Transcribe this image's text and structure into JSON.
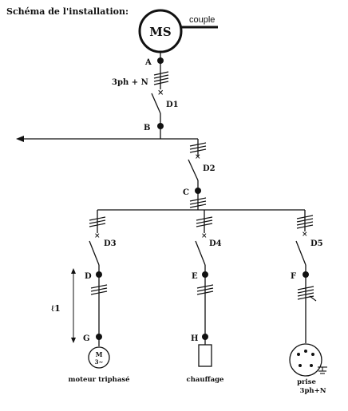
{
  "title": "Schéma de l'installation:",
  "motor_source": {
    "label": "MS",
    "shaft_label": "couple"
  },
  "supply": {
    "label": "3ph + N"
  },
  "nodes": {
    "A": "A",
    "B": "B",
    "C": "C",
    "D": "D",
    "E": "E",
    "F": "F",
    "G": "G",
    "H": "H"
  },
  "breakers": {
    "D1": "D1",
    "D2": "D2",
    "D3": "D3",
    "D4": "D4",
    "D5": "D5"
  },
  "length_label": "ℓ1",
  "loads": {
    "motor": {
      "caption": "moteur triphasé",
      "symbol_top": "M",
      "symbol_bottom": "3~"
    },
    "heater": {
      "caption": "chauffage"
    },
    "socket": {
      "caption_line1": "prise",
      "caption_line2": "3ph+N"
    }
  }
}
